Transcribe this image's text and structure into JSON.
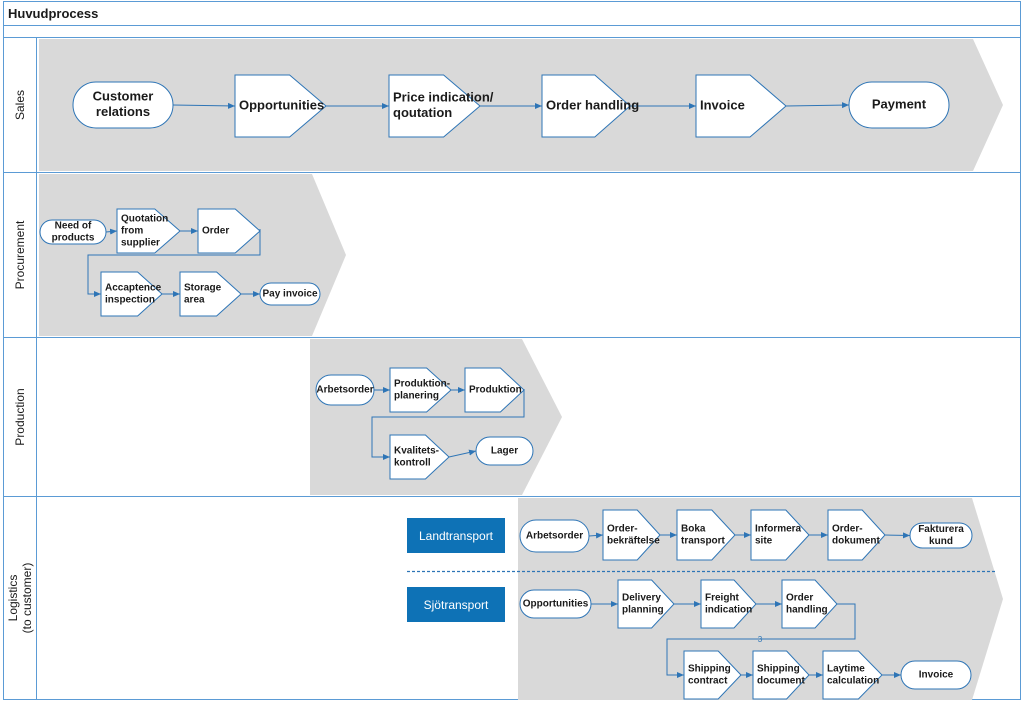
{
  "title": "Huvudprocess",
  "colors": {
    "border": "#5b9bd5",
    "flow": "#2e75b6",
    "band": "#d9d9d9",
    "box": "#0e72b6"
  },
  "lanes": [
    {
      "id": "sales",
      "label": "Sales"
    },
    {
      "id": "procurement",
      "label": "Procurement"
    },
    {
      "id": "production",
      "label": "Production"
    },
    {
      "id": "logistics",
      "label": "Logistics\n(to customer)"
    }
  ],
  "sublanes": {
    "land": "Landtransport",
    "sea": "Sjötransport"
  },
  "nodes": {
    "sales": [
      {
        "id": "s1",
        "shape": "terminal",
        "label": "Customer\nrelations"
      },
      {
        "id": "s2",
        "shape": "pentagon",
        "label": "Opportunities"
      },
      {
        "id": "s3",
        "shape": "pentagon",
        "label": "Price indication/\nqoutation"
      },
      {
        "id": "s4",
        "shape": "pentagon",
        "label": "Order handling"
      },
      {
        "id": "s5",
        "shape": "pentagon",
        "label": "Invoice"
      },
      {
        "id": "s6",
        "shape": "terminal",
        "label": "Payment"
      }
    ],
    "procurement": [
      {
        "id": "p1",
        "shape": "terminal",
        "label": "Need of\nproducts"
      },
      {
        "id": "p2",
        "shape": "pentagon",
        "label": "Quotation\nfrom\nsupplier"
      },
      {
        "id": "p3",
        "shape": "pentagon",
        "label": "Order"
      },
      {
        "id": "p4",
        "shape": "pentagon",
        "label": "Accaptence\ninspection"
      },
      {
        "id": "p5",
        "shape": "pentagon",
        "label": "Storage\narea"
      },
      {
        "id": "p6",
        "shape": "terminal",
        "label": "Pay invoice"
      }
    ],
    "production": [
      {
        "id": "r1",
        "shape": "terminal",
        "label": "Arbetsorder"
      },
      {
        "id": "r2",
        "shape": "pentagon",
        "label": "Produktion-\nplanering"
      },
      {
        "id": "r3",
        "shape": "pentagon",
        "label": "Produktion"
      },
      {
        "id": "r4",
        "shape": "pentagon",
        "label": "Kvalitets-\nkontroll"
      },
      {
        "id": "r5",
        "shape": "terminal",
        "label": "Lager"
      }
    ],
    "land": [
      {
        "id": "l1",
        "shape": "terminal",
        "label": "Arbetsorder"
      },
      {
        "id": "l2",
        "shape": "pentagon",
        "label": "Order-\nbekräftelse"
      },
      {
        "id": "l3",
        "shape": "pentagon",
        "label": "Boka\ntransport"
      },
      {
        "id": "l4",
        "shape": "pentagon",
        "label": "Informera\nsite"
      },
      {
        "id": "l5",
        "shape": "pentagon",
        "label": "Order-\ndokument"
      },
      {
        "id": "l6",
        "shape": "terminal",
        "label": "Fakturera\nkund"
      }
    ],
    "sea": [
      {
        "id": "q1",
        "shape": "terminal",
        "label": "Opportunities"
      },
      {
        "id": "q2",
        "shape": "pentagon",
        "label": "Delivery\nplanning"
      },
      {
        "id": "q3",
        "shape": "pentagon",
        "label": "Freight\nindication"
      },
      {
        "id": "q4",
        "shape": "pentagon",
        "label": "Order\nhandling"
      },
      {
        "id": "q5",
        "shape": "pentagon",
        "label": "Shipping\ncontract"
      },
      {
        "id": "q6",
        "shape": "pentagon",
        "label": "Shipping\ndocument"
      },
      {
        "id": "q7",
        "shape": "pentagon",
        "label": "Laytime\ncalculation"
      },
      {
        "id": "q8",
        "shape": "terminal",
        "label": "Invoice"
      }
    ]
  },
  "edges": [
    [
      "s1",
      "s2"
    ],
    [
      "s2",
      "s3"
    ],
    [
      "s3",
      "s4"
    ],
    [
      "s4",
      "s5"
    ],
    [
      "s5",
      "s6"
    ],
    [
      "p1",
      "p2"
    ],
    [
      "p2",
      "p3"
    ],
    [
      "p3",
      "p4"
    ],
    [
      "p4",
      "p5"
    ],
    [
      "p5",
      "p6"
    ],
    [
      "r1",
      "r2"
    ],
    [
      "r2",
      "r3"
    ],
    [
      "r3",
      "r4"
    ],
    [
      "r4",
      "r5"
    ],
    [
      "l1",
      "l2"
    ],
    [
      "l2",
      "l3"
    ],
    [
      "l3",
      "l4"
    ],
    [
      "l4",
      "l5"
    ],
    [
      "l5",
      "l6"
    ],
    [
      "q1",
      "q2"
    ],
    [
      "q2",
      "q3"
    ],
    [
      "q3",
      "q4"
    ],
    [
      "q4",
      "q5"
    ],
    [
      "q5",
      "q6"
    ],
    [
      "q6",
      "q7"
    ],
    [
      "q7",
      "q8"
    ]
  ]
}
